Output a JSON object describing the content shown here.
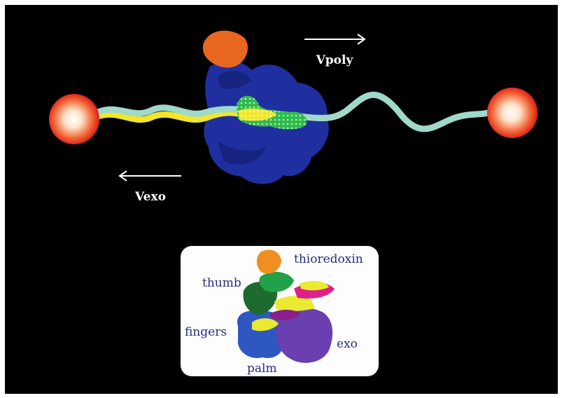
{
  "figure": {
    "labels": {
      "vpoly": "Vpoly",
      "vexo": "Vexo"
    },
    "inset": {
      "thioredoxin": "thioredoxin",
      "thumb": "thumb",
      "fingers": "fingers",
      "exo": "exo",
      "palm": "palm"
    },
    "colors": {
      "background": "#000000",
      "protein": "#1f2fa0",
      "thioredoxin": "#e8661e",
      "template_strand": "#9fd9c9",
      "primer_strand": "#f2e62a",
      "active_site": "#2dbb4a",
      "bead": "#e8281c",
      "inset_label": "#2a2a7e"
    }
  }
}
